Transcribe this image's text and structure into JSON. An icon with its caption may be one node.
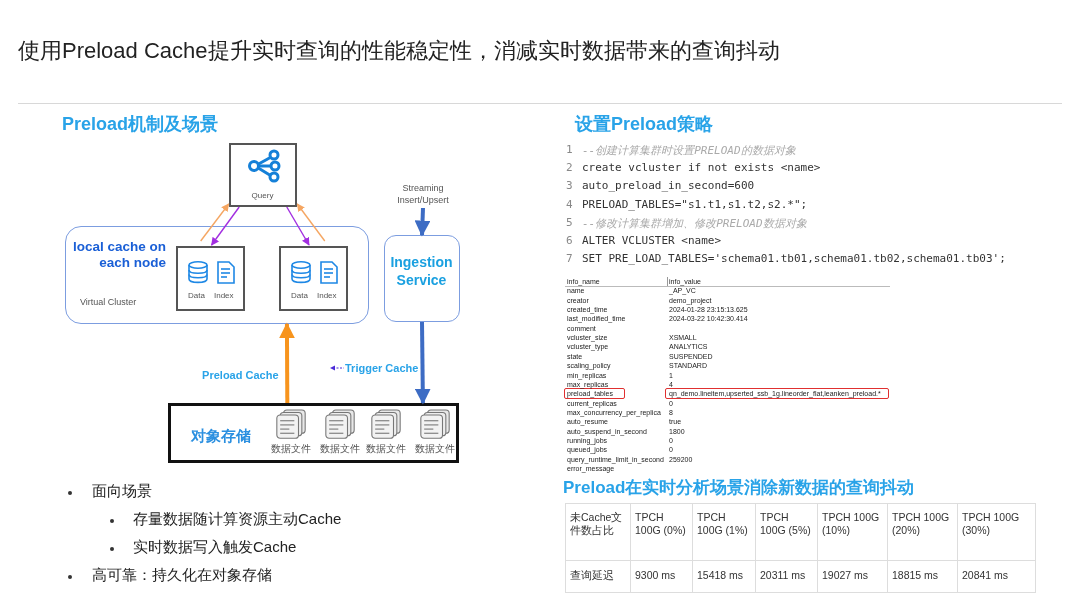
{
  "diagram": {
    "title": "使用Preload Cache提升实时查询的性能稳定性，消减实时数据带来的查询抖动",
    "nodes": [
      {
        "text": [
          "Query"
        ]
      },
      {
        "text": [
          "local cache on each node",
          "Virtual Cluster"
        ]
      },
      {
        "text": [
          "Data",
          "Index"
        ],
        "in": 1
      },
      {
        "text": [
          "Data",
          "Index"
        ],
        "in": 1
      },
      {
        "text": [
          "Ingestion Service"
        ]
      },
      {
        "text": [
          "对象存储"
        ]
      },
      {
        "text": [
          "数据文件"
        ],
        "in": 5
      },
      {
        "text": [
          "数据文件"
        ],
        "in": 5
      },
      {
        "text": [
          "数据文件"
        ],
        "in": 5
      },
      {
        "text": [
          "数据文件"
        ],
        "in": 5
      },
      {
        "text": [
          "Streaming Insert/Upsert"
        ]
      }
    ],
    "edges": [
      {
        "from": 2,
        "to": 0,
        "arrow": "to",
        "color": "#f5a662"
      },
      {
        "from": 0,
        "to": 2,
        "arrow": "to",
        "color": "#a22ee0"
      },
      {
        "from": 0,
        "to": 3,
        "arrow": "to",
        "color": "#a22ee0"
      },
      {
        "from": 3,
        "to": 0,
        "arrow": "to",
        "color": "#f5a662"
      },
      {
        "from": 5,
        "to": 1,
        "arrow": "to",
        "label": "Preload Cache",
        "style": "thick",
        "color": "#f7941d"
      },
      {
        "from": 10,
        "to": 4,
        "arrow": "to",
        "style": "thick",
        "color": "#3d6cc4"
      },
      {
        "from": 4,
        "to": 5,
        "arrow": "to",
        "style": "thick",
        "color": "#3d6cc4"
      }
    ],
    "labels": [
      "Preload机制及场景",
      "Trigger Cache",
      "面向场景",
      "存量数据随计算资源主动Cache",
      "实时数据写入触发Cache",
      "高可靠：持久化在对象存储",
      "设置Preload策略",
      "1",
      "--创建计算集群时设置PRELOAD的数据对象",
      "2",
      "create vcluster if not exists <name>",
      "3",
      "auto_preload_in_second=600",
      "4",
      "PRELOAD_TABLES=\"s1.t1,s1.t2,s2.*\";",
      "5",
      "--修改计算集群增加、修改PRELOAD数据对象",
      "6",
      "ALTER VCLUSTER <name>",
      "7",
      "SET PRE_LOAD_TABLES='schema01.tb01,schema01.tb02,schema01.tb03';",
      "info_name",
      "info_value",
      "name",
      "_AP_VC",
      "creator",
      "demo_project",
      "created_time",
      "2024-01-28 23:15:13.625",
      "last_modified_time",
      "2024-03-22 10:42:30.414",
      "comment",
      "vcluster_size",
      "XSMALL",
      "vcluster_type",
      "ANALYTICS",
      "state",
      "SUSPENDED",
      "scaling_policy",
      "STANDARD",
      "min_replicas",
      "1",
      "max_replicas",
      "4",
      "preload_tables",
      "qn_demo.lineitem,upserted_ssb_1g.lineorder_flat,leanken_preload.*",
      "current_replicas",
      "0",
      "max_concurrency_per_replica",
      "8",
      "auto_resume",
      "true",
      "auto_suspend_in_second",
      "1800",
      "running_jobs",
      "0",
      "queued_jobs",
      "0",
      "query_runtime_limit_in_second",
      "259200",
      "error_message",
      "Preload在实时分析场景消除新数据的查询抖动",
      "未Cache文件数占比",
      "TPCH 100G (0%)",
      "TPCH 100G (1%)",
      "TPCH 100G (5%)",
      "TPCH 100G (10%)",
      "TPCH 100G (20%)",
      "TPCH 100G (30%)",
      "查询延迟",
      "9300 ms",
      "15418 ms",
      "20311 ms",
      "19027 ms",
      "18815 ms",
      "20841 ms"
    ]
  }
}
